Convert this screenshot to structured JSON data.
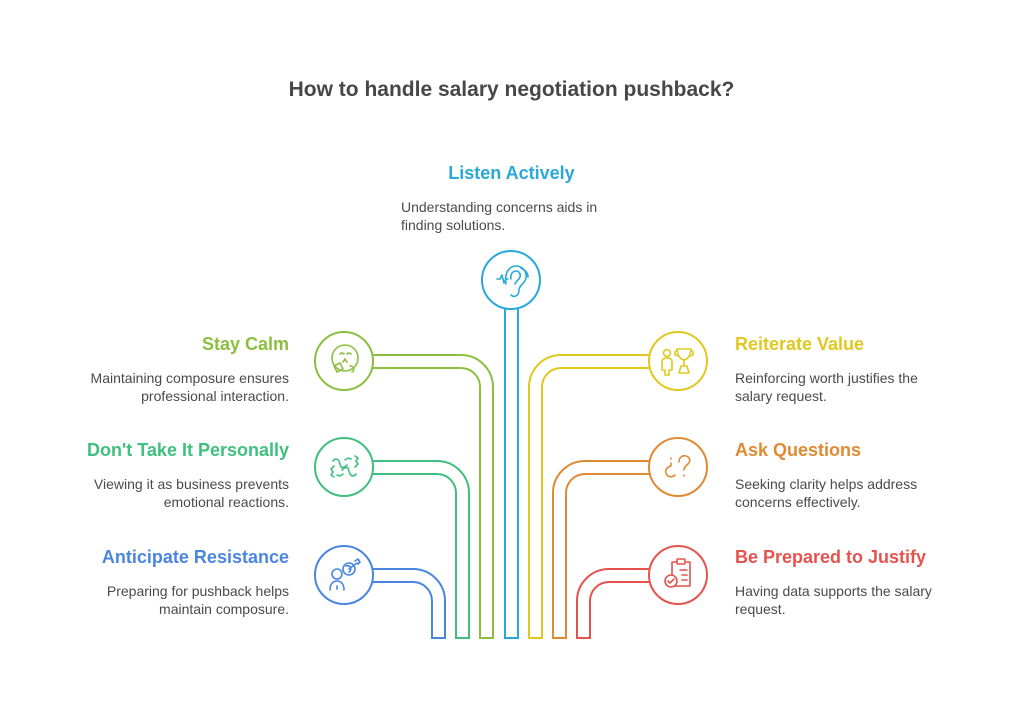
{
  "title": "How to handle salary negotiation pushback?",
  "nodes": {
    "listen": {
      "title": "Listen Actively",
      "desc_line1": "Understanding concerns aids in",
      "desc_line2": "finding solutions.",
      "icon": "ear-icon",
      "color": "#29a9d9"
    },
    "calm": {
      "title": "Stay Calm",
      "desc_line1": "Maintaining composure ensures",
      "desc_line2": "professional interaction.",
      "icon": "calm-person-reading-icon",
      "color": "#8cbf3f"
    },
    "personal": {
      "title": "Don't Take It Personally",
      "desc_line1": "Viewing it as business prevents",
      "desc_line2": "emotional reactions.",
      "icon": "handshake-icon",
      "color": "#3fc07e"
    },
    "anticipate": {
      "title": "Anticipate Resistance",
      "desc_line1": "Preparing for pushback helps",
      "desc_line2": "maintain composure.",
      "icon": "person-target-icon",
      "color": "#4a86e0"
    },
    "reiterate": {
      "title": "Reiterate Value",
      "desc_line1": "Reinforcing worth justifies the",
      "desc_line2": "salary request.",
      "icon": "person-trophy-icon",
      "color": "#e0c81e"
    },
    "questions": {
      "title": "Ask Questions",
      "desc_line1": "Seeking clarity helps address",
      "desc_line2": "concerns effectively.",
      "icon": "question-marks-icon",
      "color": "#e08a32"
    },
    "justify": {
      "title": "Be Prepared to Justify",
      "desc_line1": "Having data supports the salary",
      "desc_line2": "request.",
      "icon": "clipboard-check-icon",
      "color": "#e5534e"
    }
  }
}
